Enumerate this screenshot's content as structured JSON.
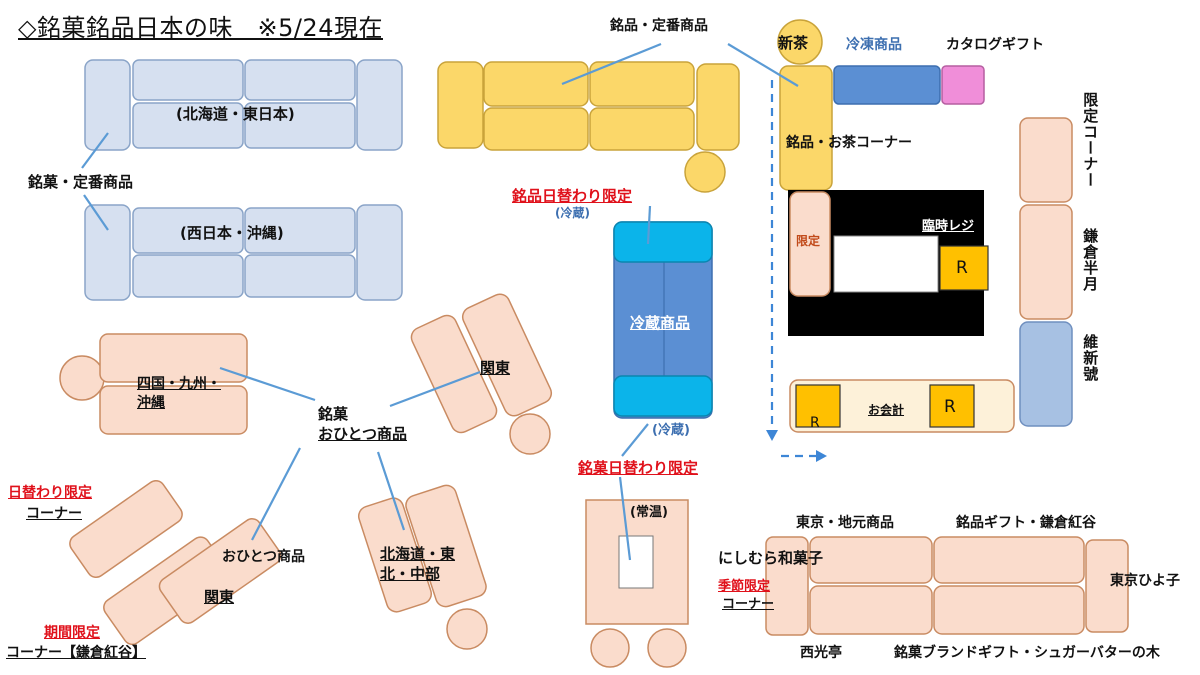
{
  "title": "◇銘菓銘品日本の味　※5/24現在",
  "colors": {
    "blue_fill": "#d6e0f0",
    "blue_stroke": "#8aa4c8",
    "yellow_fill": "#fbd769",
    "yellow_stroke": "#c9a33a",
    "peach_fill": "#fadccc",
    "peach_stroke": "#c98b62",
    "fridge_blue": "#5b8fd3",
    "cyan": "#0bb4ea",
    "orange_r": "#ffc000",
    "pink": "#f08ed9",
    "line": "#5b9bd5",
    "red": "#e0111b"
  },
  "labels": {
    "hokkaido_higashi": "(北海道・東日本)",
    "meika_teiban": "銘菓・定番商品",
    "nishi_okinawa": "(西日本・沖縄)",
    "meihin_teiban": "銘品・定番商品",
    "shincha": "新茶",
    "reitou": "冷凍商品",
    "catalog": "カタログギフト",
    "meihin_ocha": "銘品・お茶コーナー",
    "gentei_side": "限定",
    "rinji_reji": "臨時レジ",
    "reji_r": "R",
    "gentei_corner": "限定コーナー",
    "kamakura_hangetsu": "鎌倉半月",
    "ishin_go": "維新號",
    "meihin_higawari": "銘品日替わり限定",
    "reizou_paren_top": "(冷蔵)",
    "reizou_shohin": "冷蔵商品",
    "reizou_paren_bottom": "(冷蔵)",
    "meika_higawari": "銘菓日替わり限定",
    "jouon": "(常温)",
    "okaikei": "お会計",
    "shikoku_line1": "四国・九州・",
    "shikoku_line2": "沖縄",
    "kanto_top": "関東",
    "meika_line1": "銘菓",
    "meika_line2": "おひとつ商品",
    "higawari_line1": "日替わり限定",
    "higawari_line2": "コーナー",
    "ohitotsu": "おひとつ商品",
    "kanto_bottom": "関東",
    "hokkaido_line1": "北海道・東",
    "hokkaido_line2": "北・中部",
    "kikan_line1": "期間限定",
    "kikan_line2": "コーナー【鎌倉紅谷】",
    "tokyo_jimoto": "東京・地元商品",
    "meihin_gift": "銘品ギフト・鎌倉紅谷",
    "nishimura": "にしむら和菓子",
    "kisetsu_line1": "季節限定",
    "kisetsu_line2": "コーナー",
    "tokyo_hiyoko": "東京ひよ子",
    "seikotei": "西光亭",
    "meika_brand": "銘菓ブランドギフト・シュガーバターの木"
  }
}
